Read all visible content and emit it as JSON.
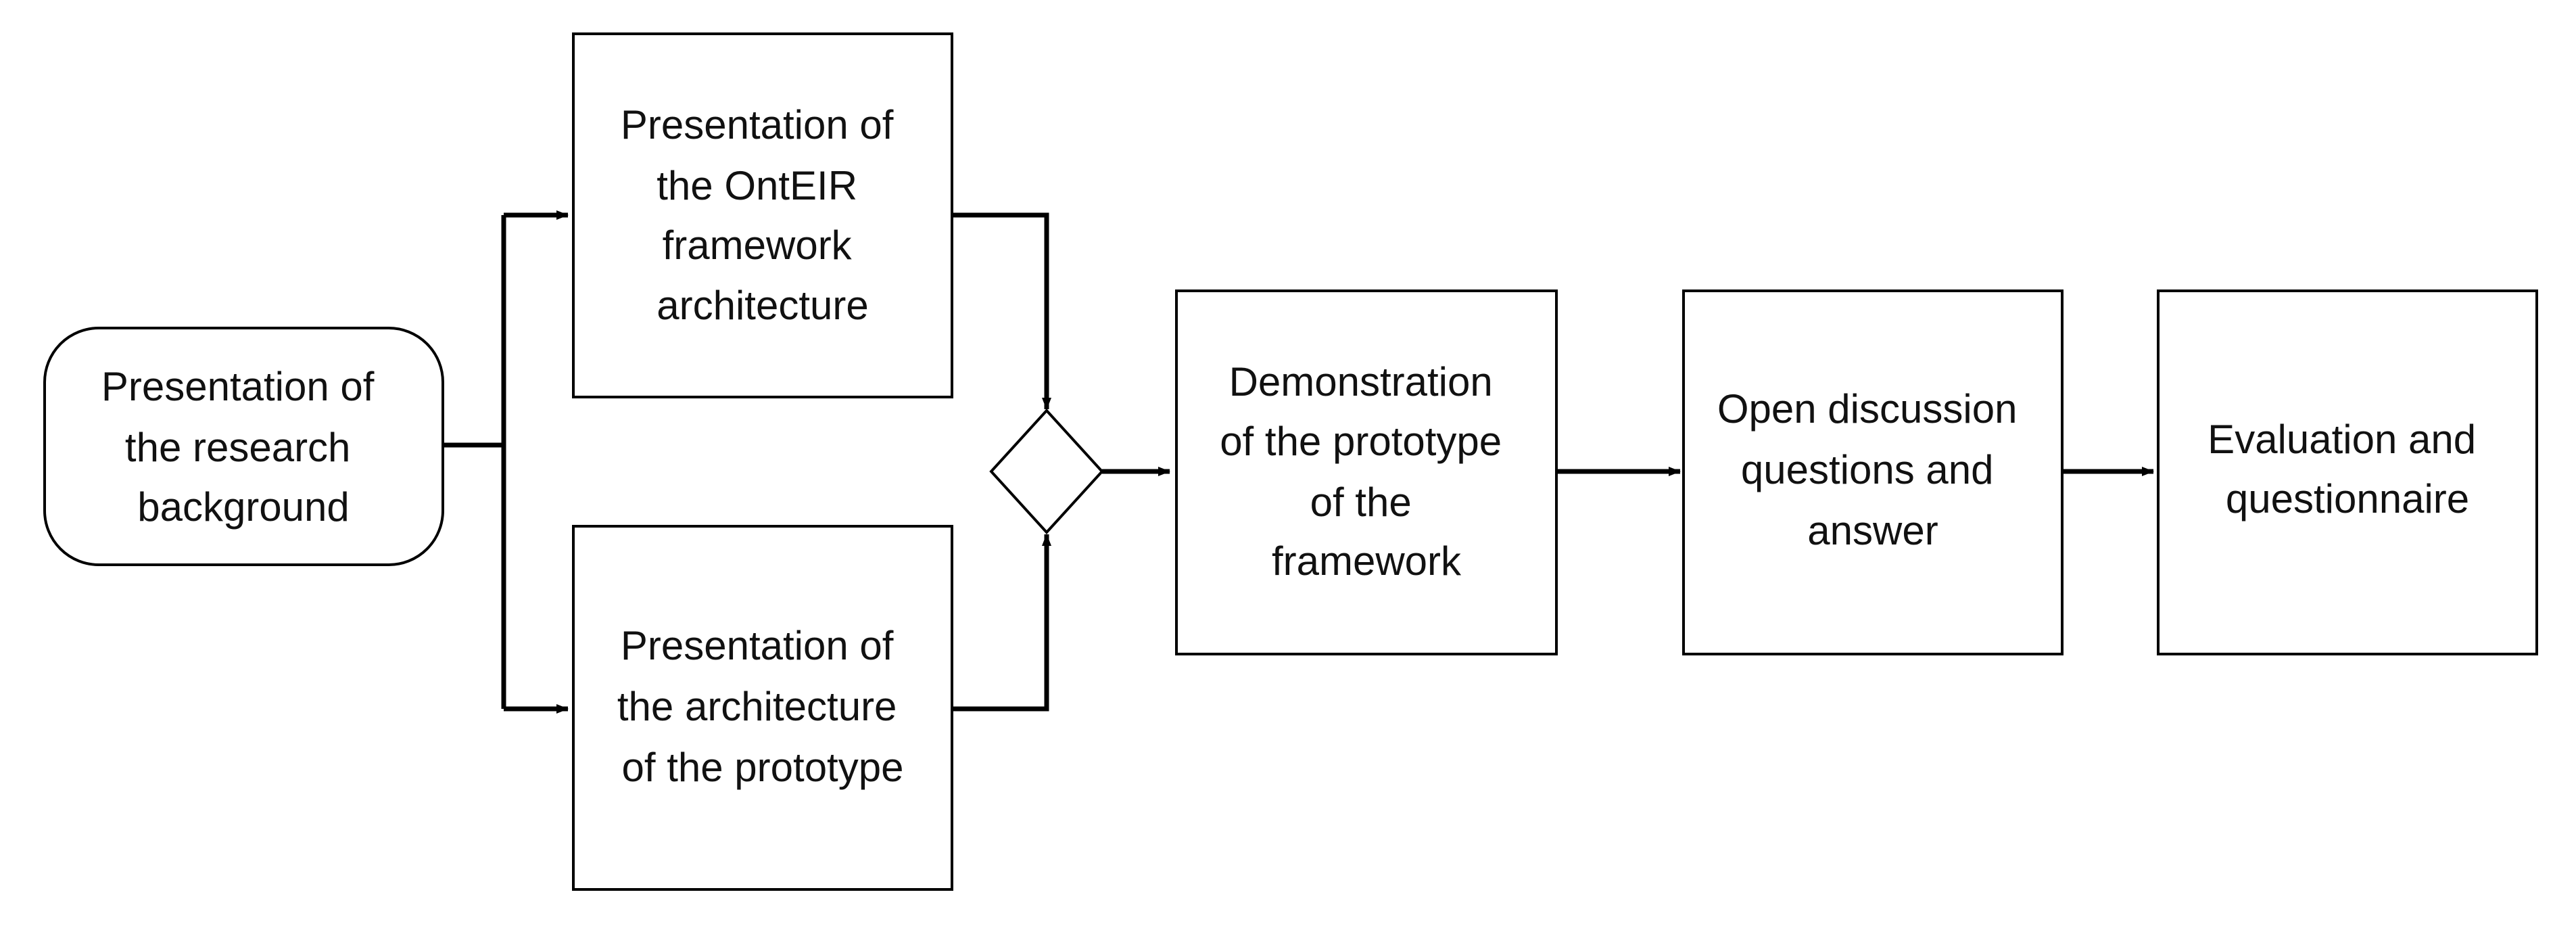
{
  "nodes": {
    "research_background": {
      "lines": [
        "Presentation of",
        "the research",
        "background"
      ]
    },
    "ontEIR_framework": {
      "lines": [
        "Presentation of",
        "the OntEIR",
        "framework",
        "architecture"
      ]
    },
    "prototype_architecture": {
      "lines": [
        "Presentation of",
        "the architecture",
        "of the prototype"
      ]
    },
    "demonstration": {
      "lines": [
        "Demonstration",
        "of the prototype",
        "of the",
        "framework"
      ]
    },
    "open_discussion": {
      "lines": [
        "Open discussion",
        "questions and",
        "answer"
      ]
    },
    "evaluation": {
      "lines": [
        "Evaluation and",
        "questionnaire"
      ]
    }
  },
  "colors": {
    "stroke": "#000000",
    "box_fill": "#ffffff",
    "text": "#111111"
  }
}
